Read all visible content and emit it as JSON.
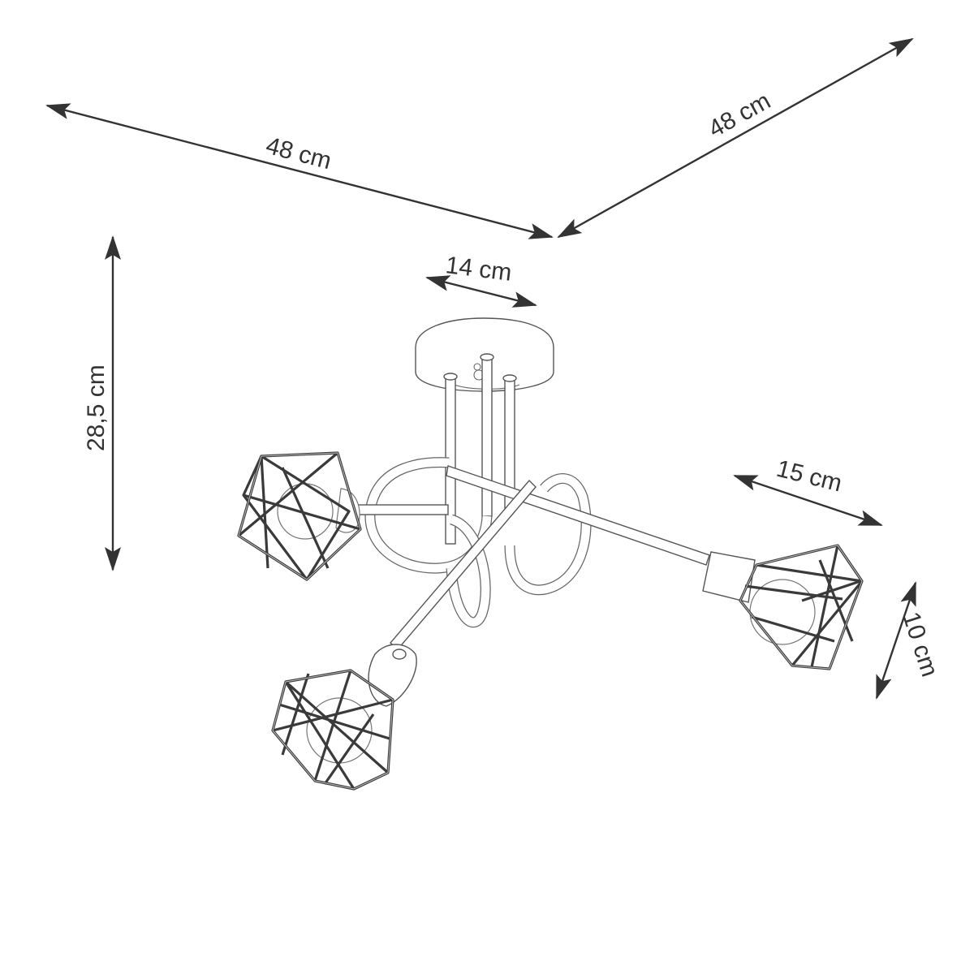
{
  "drawing": {
    "subject": "3-arm ceiling lamp with geometric wire cage shades",
    "line_color": "#333333",
    "background": "#ffffff"
  },
  "dimensions": {
    "width_left": {
      "label": "48 cm",
      "value": 48,
      "unit": "cm"
    },
    "width_right": {
      "label": "48 cm",
      "value": 48,
      "unit": "cm"
    },
    "height": {
      "label": "28,5 cm",
      "value": 28.5,
      "unit": "cm"
    },
    "canopy_diameter": {
      "label": "14 cm",
      "value": 14,
      "unit": "cm"
    },
    "shade_width": {
      "label": "15 cm",
      "value": 15,
      "unit": "cm"
    },
    "shade_height": {
      "label": "10 cm",
      "value": 10,
      "unit": "cm"
    }
  }
}
